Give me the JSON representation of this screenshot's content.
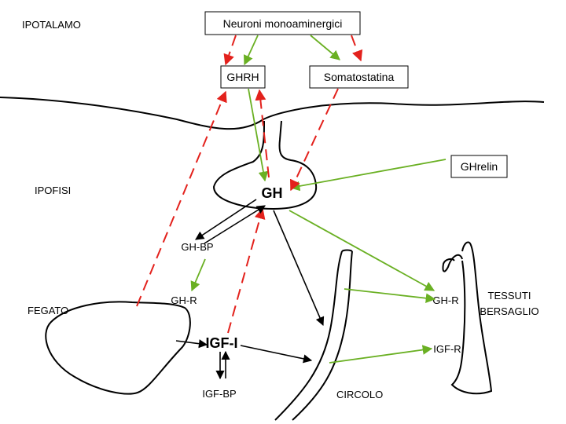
{
  "regions": {
    "hypothalamus": "IPOTALAMO",
    "pituitary": "IPOFISI",
    "liver": "FEGATO",
    "circulation": "CIRCOLO",
    "target_tissues_line1": "TESSUTI",
    "target_tissues_line2": "BERSAGLIO"
  },
  "boxes": {
    "monoaminergic_neurons": "Neuroni monoaminergici",
    "ghrh": "GHRH",
    "somatostatin": "Somatostatina",
    "ghrelin": "GHrelin"
  },
  "molecules": {
    "gh": "GH",
    "gh_bp": "GH-BP",
    "gh_r_liver": "GH-R",
    "igf_1": "IGF-I",
    "igf_bp": "IGF-BP",
    "gh_r_tissue": "GH-R",
    "igf_r": "IGF-R"
  },
  "colors": {
    "stimulation": "#6ab023",
    "inhibition": "#e3211c",
    "transport": "#000000"
  }
}
